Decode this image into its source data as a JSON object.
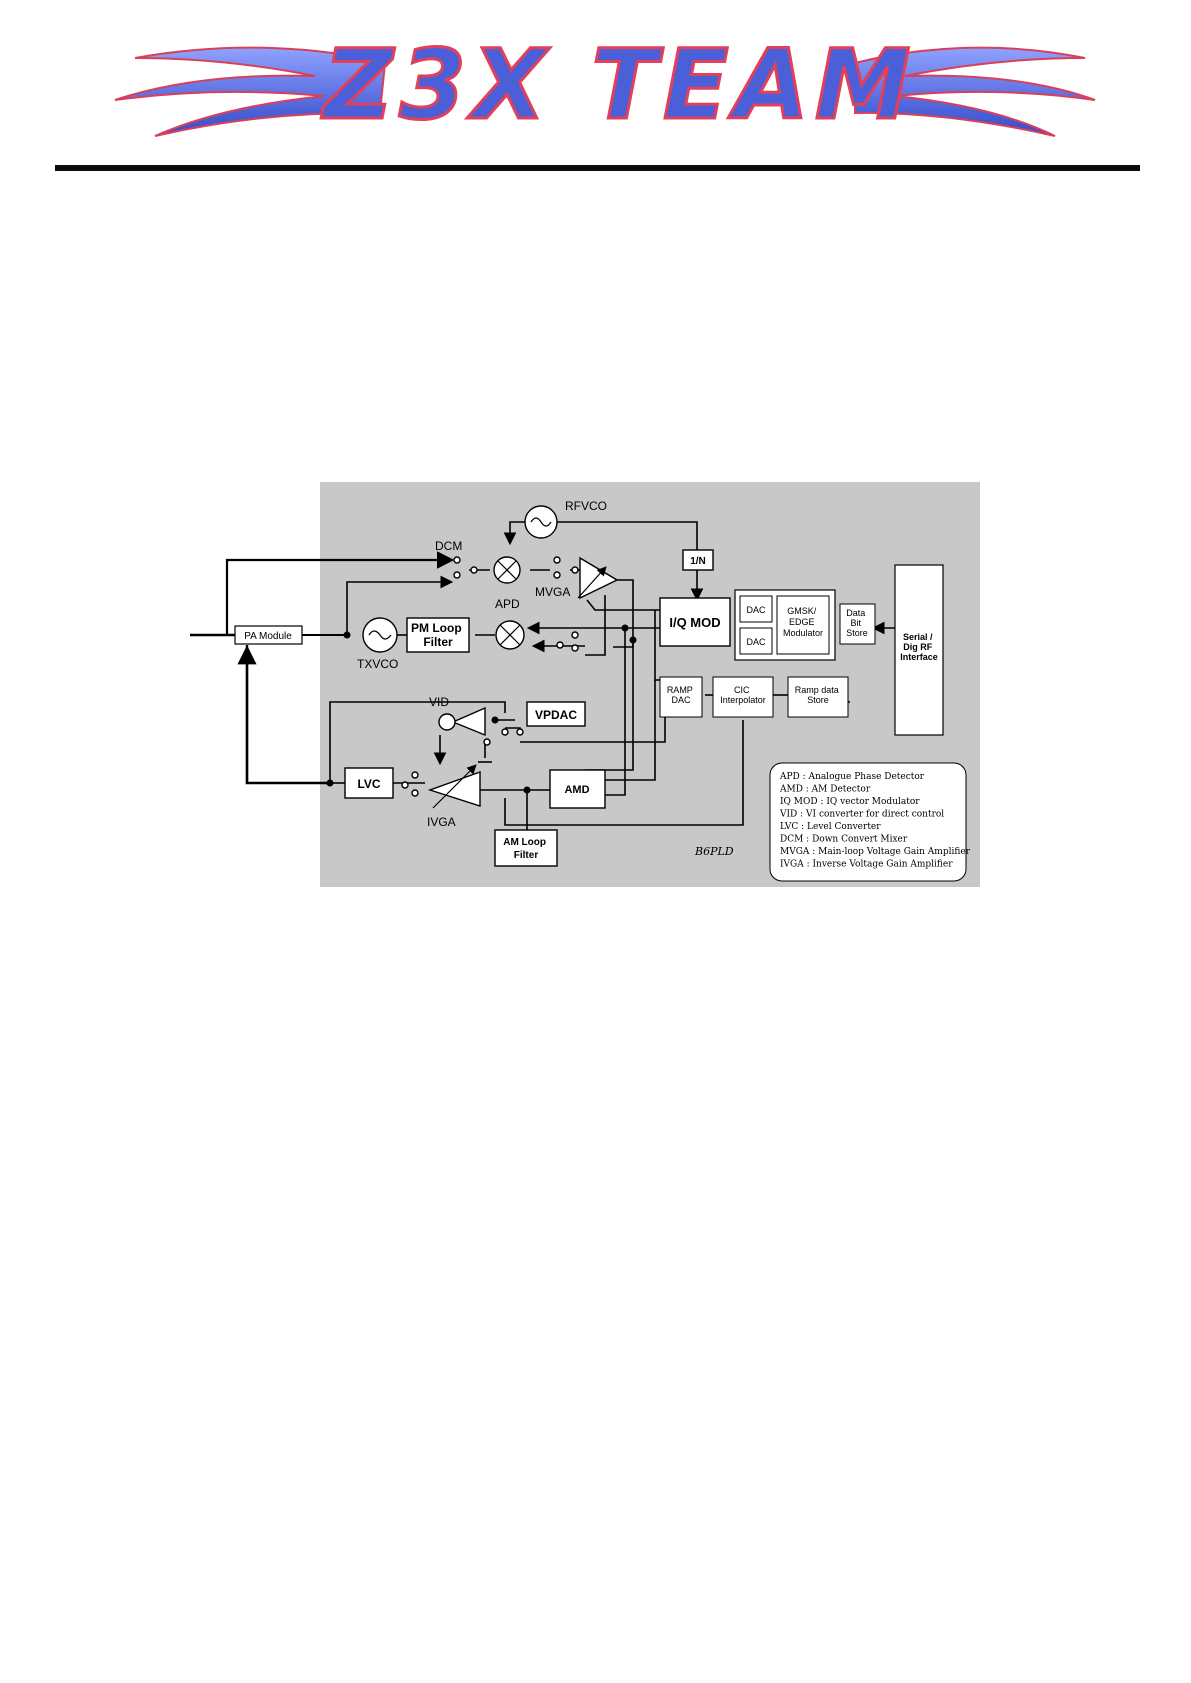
{
  "header": {
    "logo_text": "Z3X TEAM",
    "brand_colors": {
      "wing": "#4a5fd8",
      "accent": "#e0405a",
      "rule": "#0a0a0a"
    }
  },
  "diagram": {
    "panel_color": "#c8c8c8",
    "blocks": {
      "rfvco": "RFVCO",
      "dcm": "DCM",
      "mvga": "MVGA",
      "div": "1/N",
      "iq_mod": "I/Q MOD",
      "dac1": "DAC",
      "dac2": "DAC",
      "gmsk": [
        "GMSK/",
        "EDGE",
        "Modulator"
      ],
      "data_bit": [
        "Data",
        "Bit",
        "Store"
      ],
      "serial": [
        "Serial /",
        "Dig RF",
        "Interface"
      ],
      "pa_module": "PA Module",
      "txvco": "TXVCO",
      "pm_loop": [
        "PM Loop",
        "Filter"
      ],
      "apd": "APD",
      "ramp_dac": [
        "RAMP",
        "DAC"
      ],
      "cic": [
        "CIC",
        "Interpolator"
      ],
      "ramp_store": [
        "Ramp data",
        "Store"
      ],
      "vid": "VID",
      "vpdac": "VPDAC",
      "lvc": "LVC",
      "amd": "AMD",
      "ivga": "IVGA",
      "am_loop": [
        "AM Loop",
        "Filter"
      ],
      "signature": "B6PLD"
    },
    "legend": [
      "APD : Analogue Phase Detector",
      "AMD : AM Detector",
      "IQ MOD : IQ vector Modulator",
      "VID : VI converter for direct control",
      "LVC : Level Converter",
      "DCM : Down Convert Mixer",
      "MVGA : Main-loop Voltage Gain Amplifier",
      "IVGA : Inverse Voltage Gain Amplifier"
    ]
  }
}
